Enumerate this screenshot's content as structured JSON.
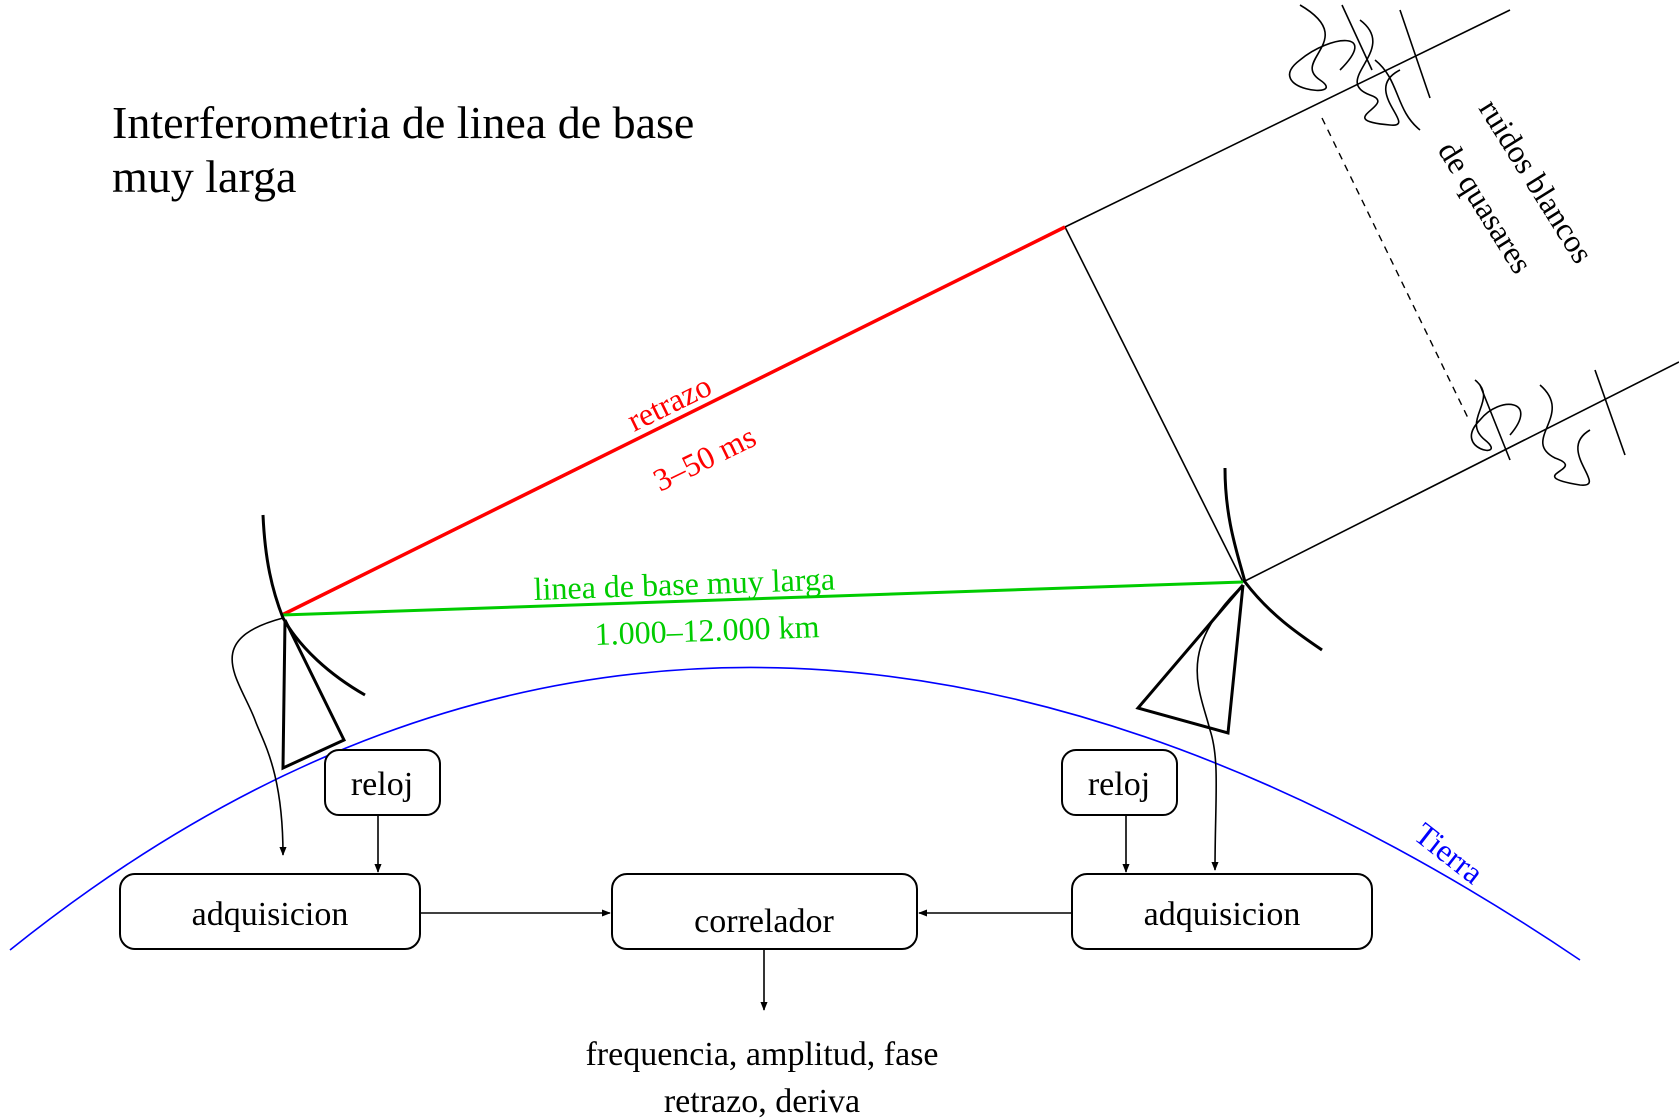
{
  "title": {
    "line1": "Interferometria de linea de base",
    "line2": "muy larga"
  },
  "delay": {
    "label": "retrazo",
    "range": "3–50 ms",
    "color": "#ff0000"
  },
  "baseline": {
    "label": "linea de base muy larga",
    "range": "1.000–12.000 km",
    "color": "#00cc00"
  },
  "earth": {
    "label": "Tierra",
    "color": "#0000ff"
  },
  "noise": {
    "line1": "ruidos blancos",
    "line2": "de quasares"
  },
  "boxes": {
    "clock_left": "reloj",
    "clock_right": "reloj",
    "acquisition_left": "adquisicion",
    "acquisition_right": "adquisicion",
    "correlator": "correlador"
  },
  "output": {
    "line1": "frequencia, amplitud, fase",
    "line2": "retrazo, deriva"
  }
}
